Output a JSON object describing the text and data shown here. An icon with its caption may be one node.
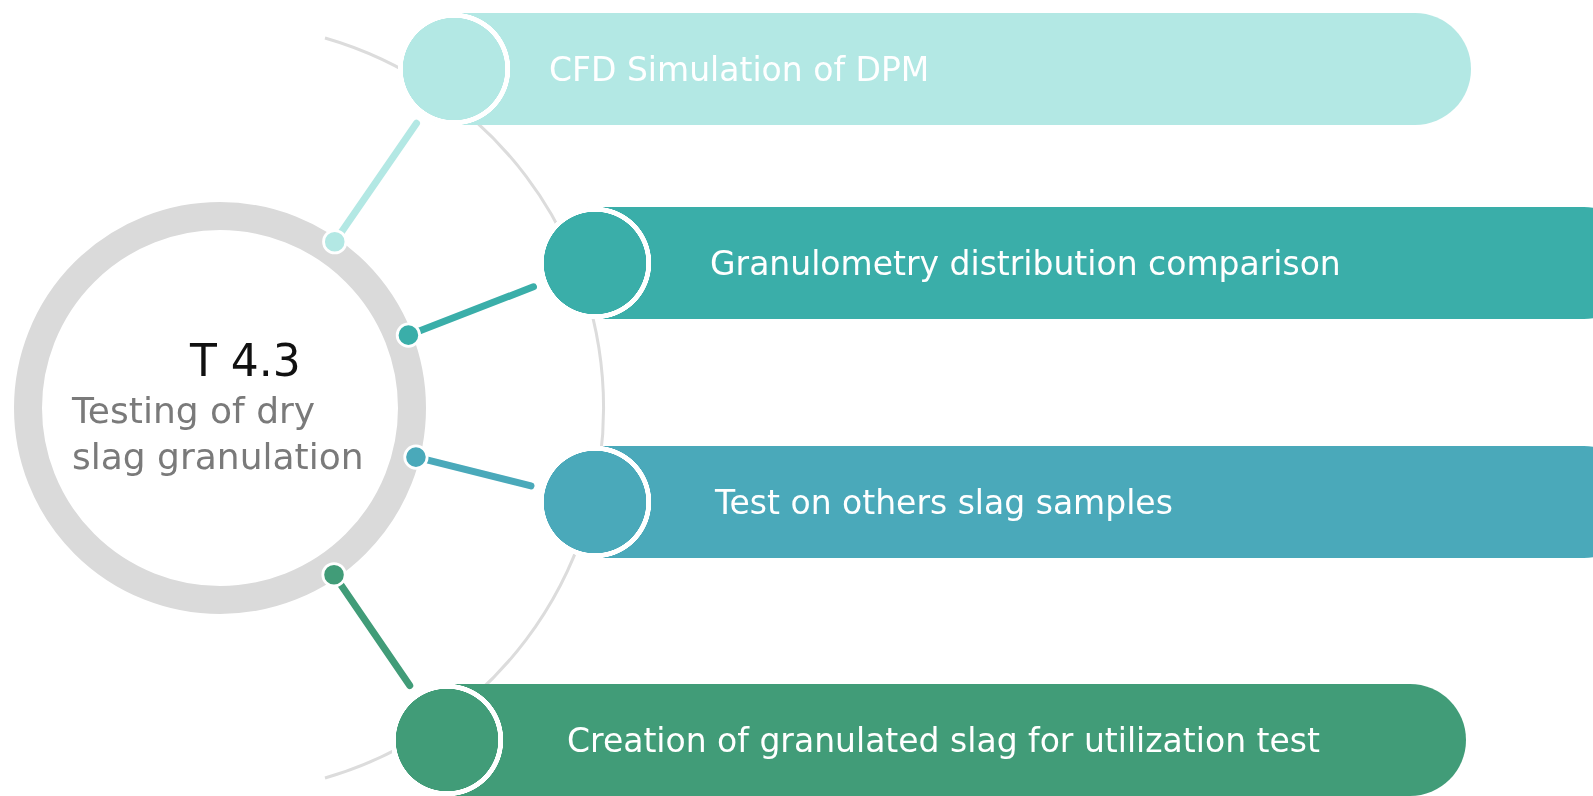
{
  "diagram": {
    "nodes": [
      {
        "text": [
          "T 4.3",
          "Testing of dry slag granulation"
        ]
      },
      {
        "text": [
          "CFD Simulation of DPM"
        ]
      },
      {
        "text": [
          "Granulometry distribution comparison"
        ]
      },
      {
        "text": [
          "Test on others slag samples"
        ]
      },
      {
        "text": [
          "Creation of granulated slag for utilization test"
        ]
      }
    ],
    "edges": [
      {
        "from": 0,
        "to": 1,
        "arrow": "other",
        "color": "#b3e8e4"
      },
      {
        "from": 0,
        "to": 2,
        "arrow": "other",
        "color": "#3aaea9"
      },
      {
        "from": 0,
        "to": 3,
        "arrow": "other",
        "color": "#4aa9ba"
      },
      {
        "from": 0,
        "to": 4,
        "arrow": "other",
        "color": "#419c78"
      }
    ]
  }
}
